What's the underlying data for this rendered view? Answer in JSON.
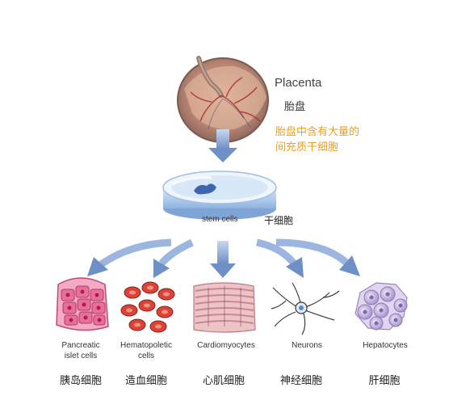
{
  "placenta": {
    "label_en": "Placenta",
    "label_zh": "胎盘",
    "note_line1": "胎盘中含有大量的",
    "note_line2": "间充质干细胞"
  },
  "stem_cells": {
    "label_en": "stem cells",
    "label_zh": "干细胞"
  },
  "cell_types": [
    {
      "en_line1": "Pancreatic",
      "en_line2": "islet cells",
      "zh": "胰岛细胞"
    },
    {
      "en_line1": "Hematopoletic",
      "en_line2": "cells",
      "zh": "造血细胞"
    },
    {
      "en_line1": "Cardiomyocytes",
      "en_line2": "",
      "zh": "心肌细胞"
    },
    {
      "en_line1": "Neurons",
      "en_line2": "",
      "zh": "神经细胞"
    },
    {
      "en_line1": "Hepatocytes",
      "en_line2": "",
      "zh": "肝细胞"
    }
  ],
  "colors": {
    "note": "#e6a12a",
    "arrow": "#8aa6d4",
    "dish": "#a9c8ec",
    "pancreatic": "#e86f9a",
    "blood": "#c8342b",
    "muscle": "#d9a0a6",
    "hepatocyte": "#c9b8e2"
  }
}
